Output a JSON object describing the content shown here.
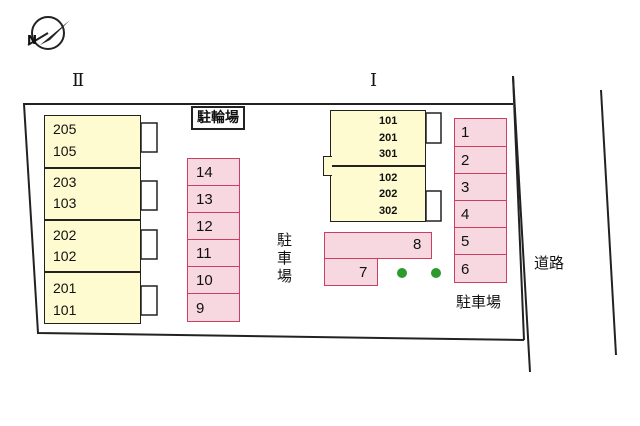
{
  "colors": {
    "building_fill": "#fdfbcf",
    "parking_fill": "#f7d7e0",
    "parking_stroke": "#cc3f63",
    "outline": "#222222",
    "tree": "#2e9a2e",
    "background": "#ffffff"
  },
  "compass": {
    "icon": "north-arrow-icon",
    "letter": "N"
  },
  "buildings": {
    "II": {
      "label": "Ⅱ",
      "units": [
        {
          "upper": "205",
          "lower": "105"
        },
        {
          "upper": "203",
          "lower": "103"
        },
        {
          "upper": "202",
          "lower": "102"
        },
        {
          "upper": "201",
          "lower": "101"
        }
      ]
    },
    "I": {
      "label": "Ⅰ",
      "upper_block": [
        "101",
        "201",
        "301"
      ],
      "lower_block": [
        "102",
        "202",
        "302"
      ]
    }
  },
  "bicycle_parking": "駐輪場",
  "parking_center": {
    "label": "駐車場",
    "spaces": [
      "14",
      "13",
      "12",
      "11",
      "10",
      "9"
    ]
  },
  "parking_middle": {
    "spaces": [
      "8",
      "7"
    ]
  },
  "parking_right": {
    "label": "駐車場",
    "spaces": [
      "1",
      "2",
      "3",
      "4",
      "5",
      "6"
    ]
  },
  "road": "道路"
}
